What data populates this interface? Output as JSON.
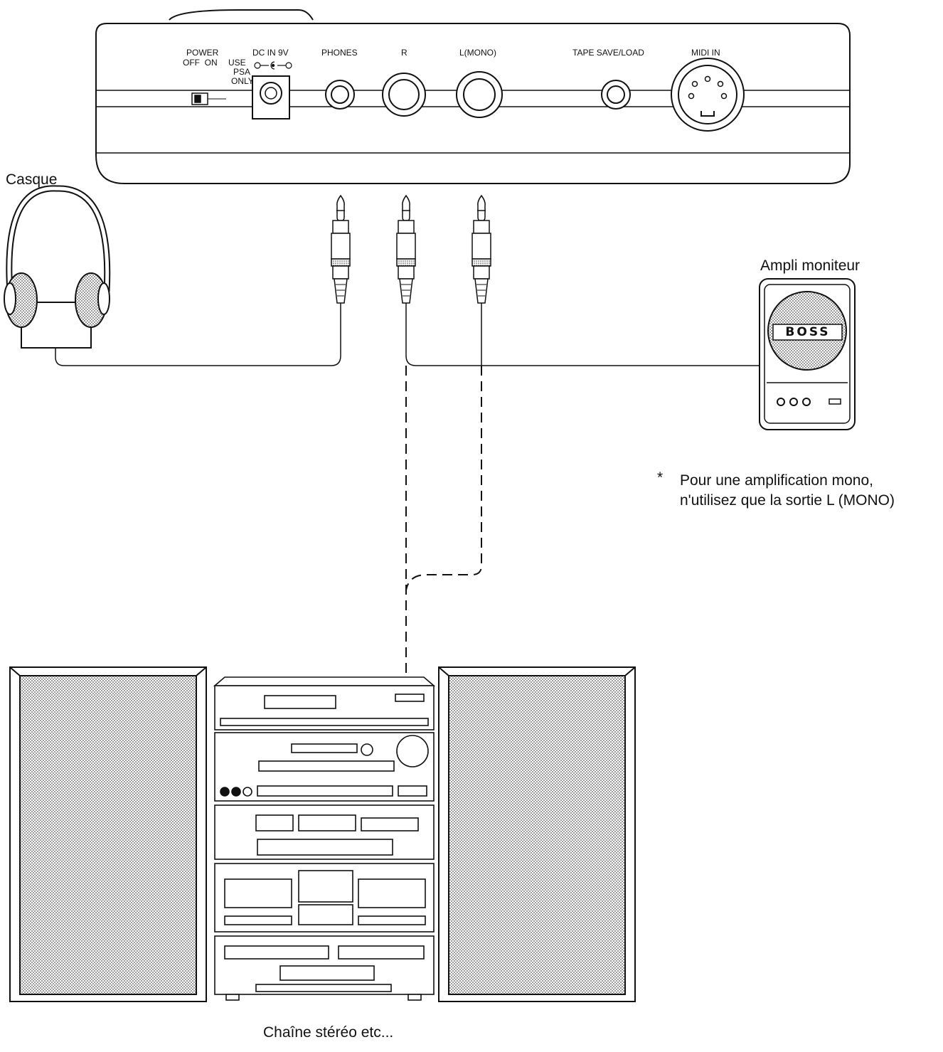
{
  "panel": {
    "labels": {
      "power": "POWER",
      "power_states": "OFF  ON",
      "dc_in": "DC IN 9V",
      "use": "USE",
      "psa": "PSA",
      "only": "ONLY",
      "phones": "PHONES",
      "r": "R",
      "l_mono": "L(MONO)",
      "tape": "TAPE SAVE/LOAD",
      "midi_in": "MIDI IN"
    }
  },
  "devices": {
    "headphones": "Casque",
    "monitor_amp": "Ampli moniteur",
    "monitor_brand": "BOSS",
    "stereo": "Chaîne stéréo etc..."
  },
  "note": {
    "marker": "*",
    "line1": "Pour une amplification mono,",
    "line2": "n'utilisez que la sortie L (MONO)"
  },
  "colors": {
    "ink": "#111111",
    "speaker_fill": "#cfcfcf"
  }
}
